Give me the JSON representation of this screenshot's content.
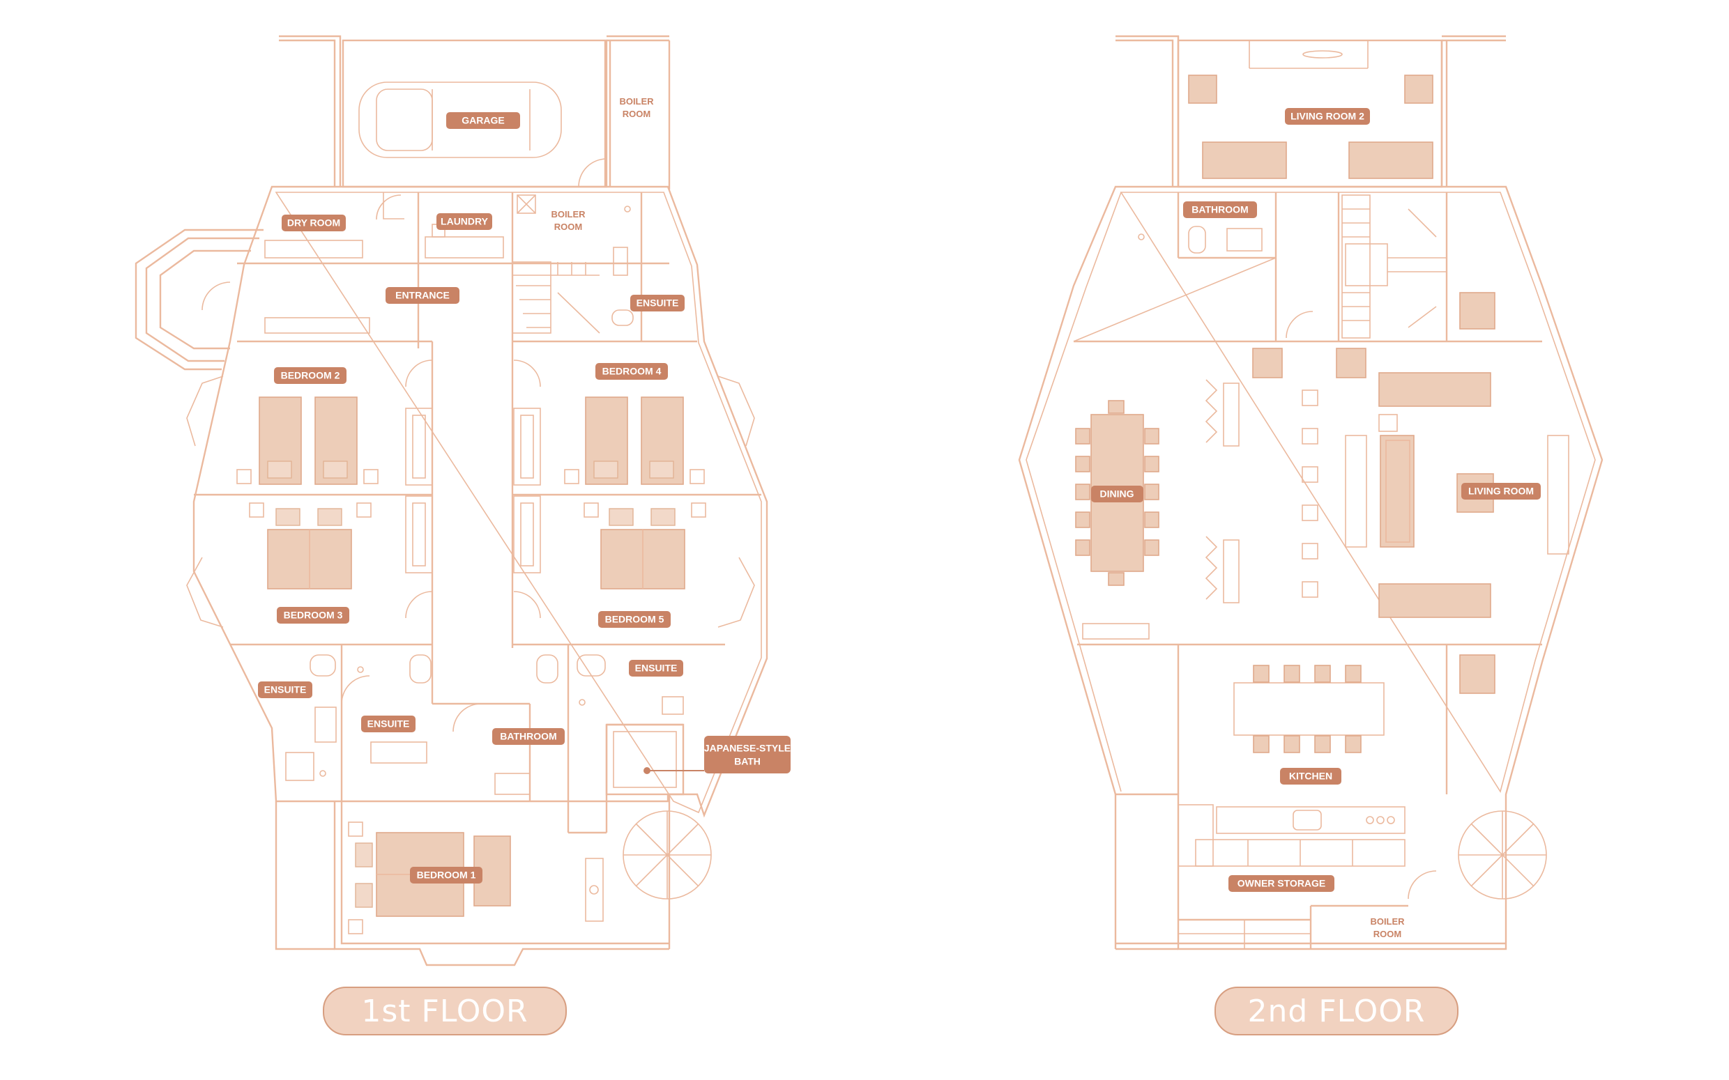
{
  "floor1": {
    "badge": "1st FLOOR",
    "rooms": {
      "garage": "GARAGE",
      "boiler_top_1": "BOILER",
      "boiler_top_2": "ROOM",
      "dry_room": "DRY ROOM",
      "laundry": "LAUNDRY",
      "boiler_mid_1": "BOILER",
      "boiler_mid_2": "ROOM",
      "entrance": "ENTRANCE",
      "ensuite_top": "ENSUITE",
      "bedroom2": "BEDROOM 2",
      "bedroom4": "BEDROOM 4",
      "bedroom3": "BEDROOM 3",
      "bedroom5": "BEDROOM 5",
      "ensuite_right": "ENSUITE",
      "ensuite_left": "ENSUITE",
      "ensuite_center": "ENSUITE",
      "bathroom": "BATHROOM",
      "japanese_bath_1": "JAPANESE-STYLE",
      "japanese_bath_2": "BATH",
      "bedroom1": "BEDROOM 1"
    }
  },
  "floor2": {
    "badge": "2nd FLOOR",
    "rooms": {
      "living_room_2": "LIVING ROOM 2",
      "bathroom": "BATHROOM",
      "dining": "DINING",
      "living_room": "LIVING ROOM",
      "kitchen": "KITCHEN",
      "owner_storage": "OWNER STORAGE",
      "boiler_1": "BOILER",
      "boiler_2": "ROOM"
    }
  },
  "colors": {
    "wall": "#ebb99e",
    "furniture": "#edcdb8",
    "label": "#c98365",
    "badge": "#f1d2c0"
  }
}
